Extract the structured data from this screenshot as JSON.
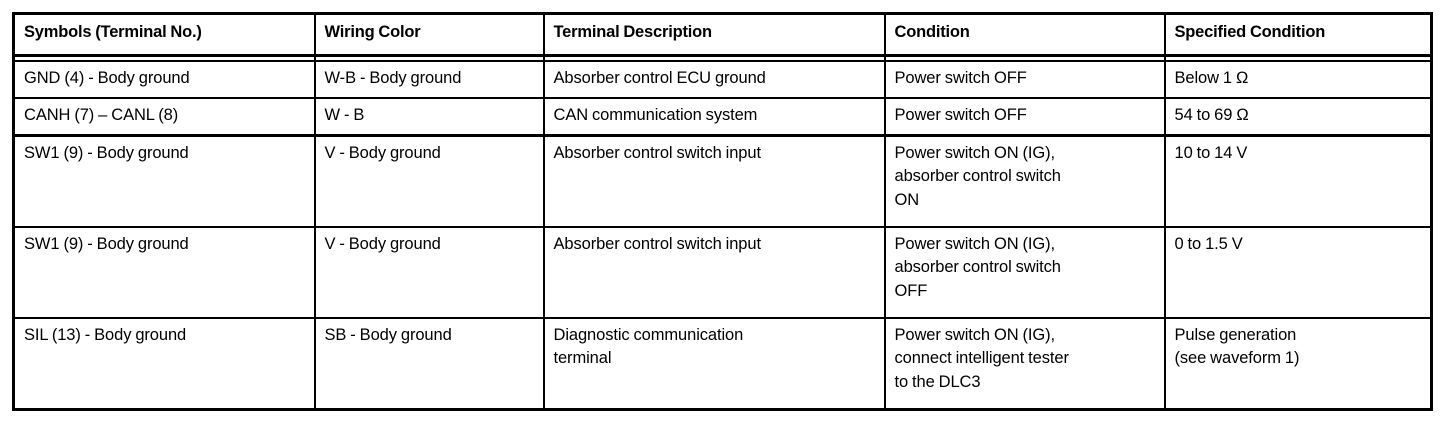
{
  "document": {
    "type": "service-manual-terminal-spec-table",
    "background_color": "#ffffff",
    "text_color": "#000000",
    "border_color": "#000000"
  },
  "table": {
    "columns": [
      {
        "key": "symbols",
        "header": "Symbols (Terminal No.)"
      },
      {
        "key": "wiring",
        "header": "Wiring Color"
      },
      {
        "key": "terminal",
        "header": "Terminal Description"
      },
      {
        "key": "condition",
        "header": "Condition"
      },
      {
        "key": "specified",
        "header": "Specified Condition"
      }
    ],
    "rows": [
      {
        "symbols": "GND (4) - Body ground",
        "wiring": "W-B - Body ground",
        "terminal": "Absorber control ECU ground",
        "condition": "Power switch OFF",
        "specified": "Below 1 Ω"
      },
      {
        "symbols": "CANH (7) – CANL (8)",
        "wiring": "W - B",
        "terminal": "CAN communication system",
        "condition": "Power switch OFF",
        "specified": "54 to 69 Ω"
      },
      {
        "symbols": "SW1 (9) - Body ground",
        "wiring": "V - Body ground",
        "terminal": "Absorber control switch input",
        "condition": "Power switch ON (IG),\nabsorber control switch\nON",
        "specified": "10 to 14 V"
      },
      {
        "symbols": "SW1 (9) - Body ground",
        "wiring": "V - Body ground",
        "terminal": "Absorber control switch input",
        "condition": "Power switch ON (IG),\nabsorber control switch\nOFF",
        "specified": "0 to 1.5 V"
      },
      {
        "symbols": "SIL (13) - Body ground",
        "wiring": "SB - Body ground",
        "terminal": "Diagnostic communication\nterminal",
        "condition": "Power switch ON (IG),\nconnect intelligent tester\nto the DLC3",
        "specified": "Pulse generation\n(see waveform 1)"
      }
    ]
  }
}
